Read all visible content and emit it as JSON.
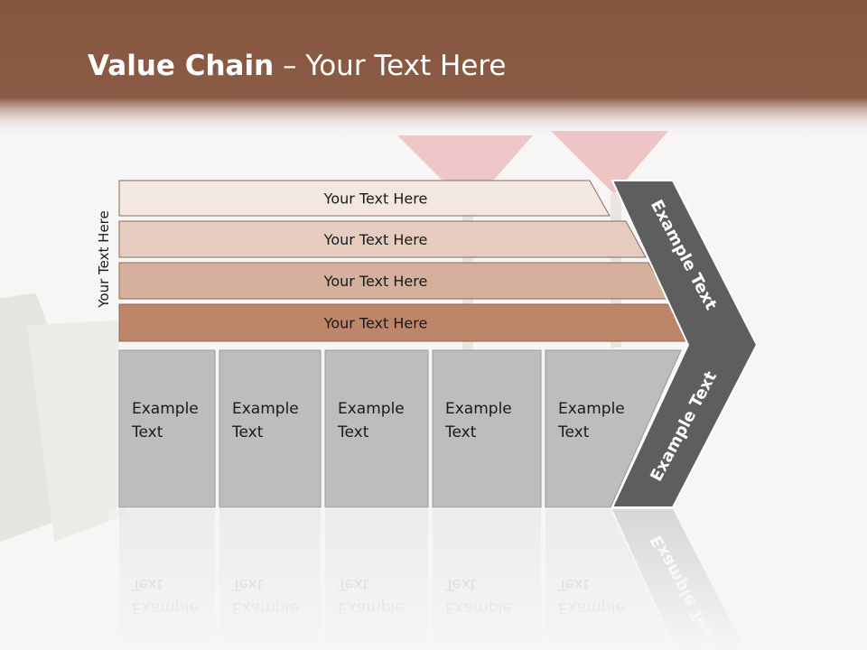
{
  "title": {
    "bold": "Value Chain",
    "rest": " – Your Text Here"
  },
  "side_label": "Your Text Here",
  "bars": [
    {
      "label": "Your Text Here",
      "color": "#f2e7e1"
    },
    {
      "label": "Your Text Here",
      "color": "#e6cdbf"
    },
    {
      "label": "Your Text Here",
      "color": "#d5b09c"
    },
    {
      "label": "Your Text Here",
      "color": "#bf8569"
    }
  ],
  "boxes": [
    {
      "line1": "Example",
      "line2": "Text"
    },
    {
      "line1": "Example",
      "line2": "Text"
    },
    {
      "line1": "Example",
      "line2": "Text"
    },
    {
      "line1": "Example",
      "line2": "Text"
    },
    {
      "line1": "Example",
      "line2": "Text"
    }
  ],
  "chevron": {
    "top_label": "Example Text",
    "bottom_label": "Example Text"
  },
  "colors": {
    "header": "#87563f",
    "box": "#bdbdbd",
    "chevron": "#5e5e5e"
  }
}
